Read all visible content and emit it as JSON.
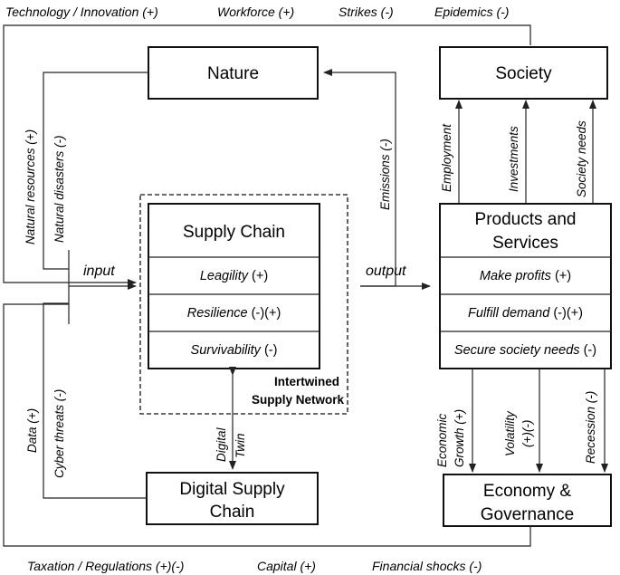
{
  "top_factors": [
    "Technology / Innovation (+)",
    "Workforce (+)",
    "Strikes (-)",
    "Epidemics (-)"
  ],
  "bottom_factors": [
    "Taxation / Regulations (+)(-)",
    "Capital (+)",
    "Financial shocks (-)"
  ],
  "nature": {
    "title": "Nature"
  },
  "society": {
    "title": "Society"
  },
  "nature_inputs": {
    "resources": "Natural resources (+)",
    "disasters": "Natural disasters (-)"
  },
  "emissions": "Emissions (-)",
  "society_links": {
    "employment": "Employment",
    "investments": "Investments",
    "needs": "Society needs"
  },
  "input_label": "input",
  "output_label": "output",
  "supply_chain": {
    "title": "Supply Chain",
    "rows": [
      {
        "name": "Leagility",
        "sign": "(+)"
      },
      {
        "name": "Resilience",
        "sign": "(-)(+)"
      },
      {
        "name": "Survivability",
        "sign": "(-)"
      }
    ]
  },
  "network_label": {
    "line1": "Intertwined",
    "line2": "Supply Network"
  },
  "products": {
    "title_line1": "Products and",
    "title_line2": "Services",
    "rows": [
      {
        "name": "Make profits",
        "sign": "(+)"
      },
      {
        "name": "Fulfill demand",
        "sign": "(-)(+)"
      },
      {
        "name": "Secure society needs",
        "sign": "(-)"
      }
    ]
  },
  "digital_twin": {
    "line1": "Digital",
    "line2": "Twin"
  },
  "digital_inputs": {
    "data": "Data (+)",
    "cyber": "Cyber threats (-)"
  },
  "digital_sc": {
    "line1": "Digital Supply",
    "line2": "Chain"
  },
  "economy_links": {
    "growth_line1": "Economic",
    "growth_line2": "Growth (+)",
    "volatility_line1": "Volatility",
    "volatility_line2": "(+)(-)",
    "recession": "Recession (-)"
  },
  "economy": {
    "line1": "Economy &",
    "line2": "Governance"
  }
}
